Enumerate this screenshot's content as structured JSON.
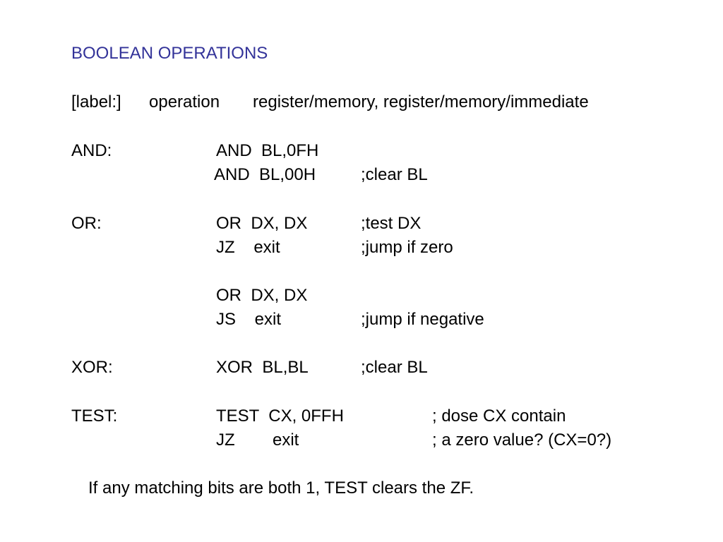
{
  "colors": {
    "title": "#333399",
    "text": "#000000",
    "background": "#ffffff"
  },
  "title": "BOOLEAN OPERATIONS",
  "syntax": {
    "label": "[label:]",
    "operation": "operation",
    "operands": "register/memory, register/memory/immediate"
  },
  "and_section": {
    "label": "AND:",
    "lines": [
      {
        "code": "AND  BL,0FH",
        "comment": ""
      },
      {
        "code": "AND  BL,00H",
        "comment": ";clear BL"
      }
    ]
  },
  "or_section": {
    "label": "OR:",
    "lines": [
      {
        "code": "OR  DX, DX",
        "comment": ";test DX"
      },
      {
        "code": "JZ    exit",
        "comment": ";jump if zero"
      },
      {
        "code": "OR  DX, DX",
        "comment": ""
      },
      {
        "code": "JS    exit",
        "comment": ";jump if negative"
      }
    ]
  },
  "xor_section": {
    "label": "XOR:",
    "lines": [
      {
        "code": "XOR  BL,BL",
        "comment": ";clear BL"
      }
    ]
  },
  "test_section": {
    "label": "TEST:",
    "lines": [
      {
        "code": "TEST  CX, 0FFH",
        "comment": "; dose CX contain"
      },
      {
        "code": "JZ        exit",
        "comment": "; a zero value? (CX=0?)"
      }
    ]
  },
  "note": "If any matching bits are both 1, TEST clears the ZF."
}
